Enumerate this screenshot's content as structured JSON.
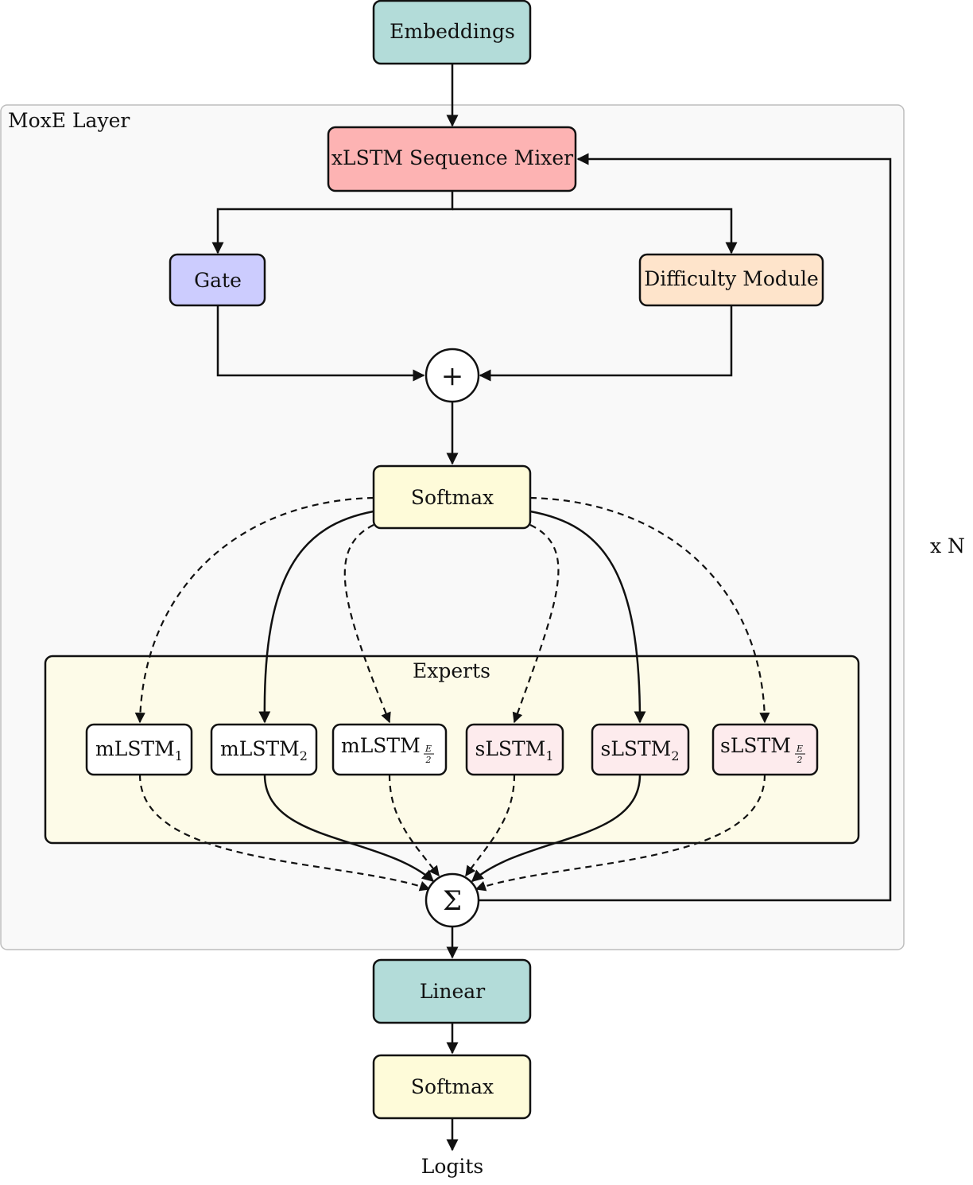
{
  "colors": {
    "embeddings_fill": "#b3dcd9",
    "linear_fill": "#b3dcd9",
    "mixer_fill": "#fdb3b3",
    "gate_fill": "#ccccfe",
    "difficulty_fill": "#fee4cb",
    "softmax_fill": "#fefbd9",
    "experts_panel_fill": "#fdfbe8",
    "mlstm_fill": "#ffffff",
    "slstm_fill": "#fdebed",
    "layer_panel_fill": "#f9f9f9",
    "layer_panel_stroke": "#bdbdbd"
  },
  "nodes": {
    "embeddings": "Embeddings",
    "layer_title": "MoxE Layer",
    "mixer": "xLSTM Sequence Mixer",
    "gate": "Gate",
    "difficulty": "Difficulty Module",
    "plus": "+",
    "softmax_top": "Softmax",
    "experts_title": "Experts",
    "sum": "Σ",
    "linear": "Linear",
    "softmax_bottom": "Softmax",
    "logits": "Logits",
    "repeat": "x N"
  },
  "experts": [
    {
      "base": "mLSTM",
      "sub": "1",
      "kind": "mlstm"
    },
    {
      "base": "mLSTM",
      "sub": "2",
      "kind": "mlstm"
    },
    {
      "base": "mLSTM",
      "frac_num": "E",
      "frac_den": "2",
      "kind": "mlstm"
    },
    {
      "base": "sLSTM",
      "sub": "1",
      "kind": "slstm"
    },
    {
      "base": "sLSTM",
      "sub": "2",
      "kind": "slstm"
    },
    {
      "base": "sLSTM",
      "frac_num": "E",
      "frac_den": "2",
      "kind": "slstm"
    }
  ]
}
